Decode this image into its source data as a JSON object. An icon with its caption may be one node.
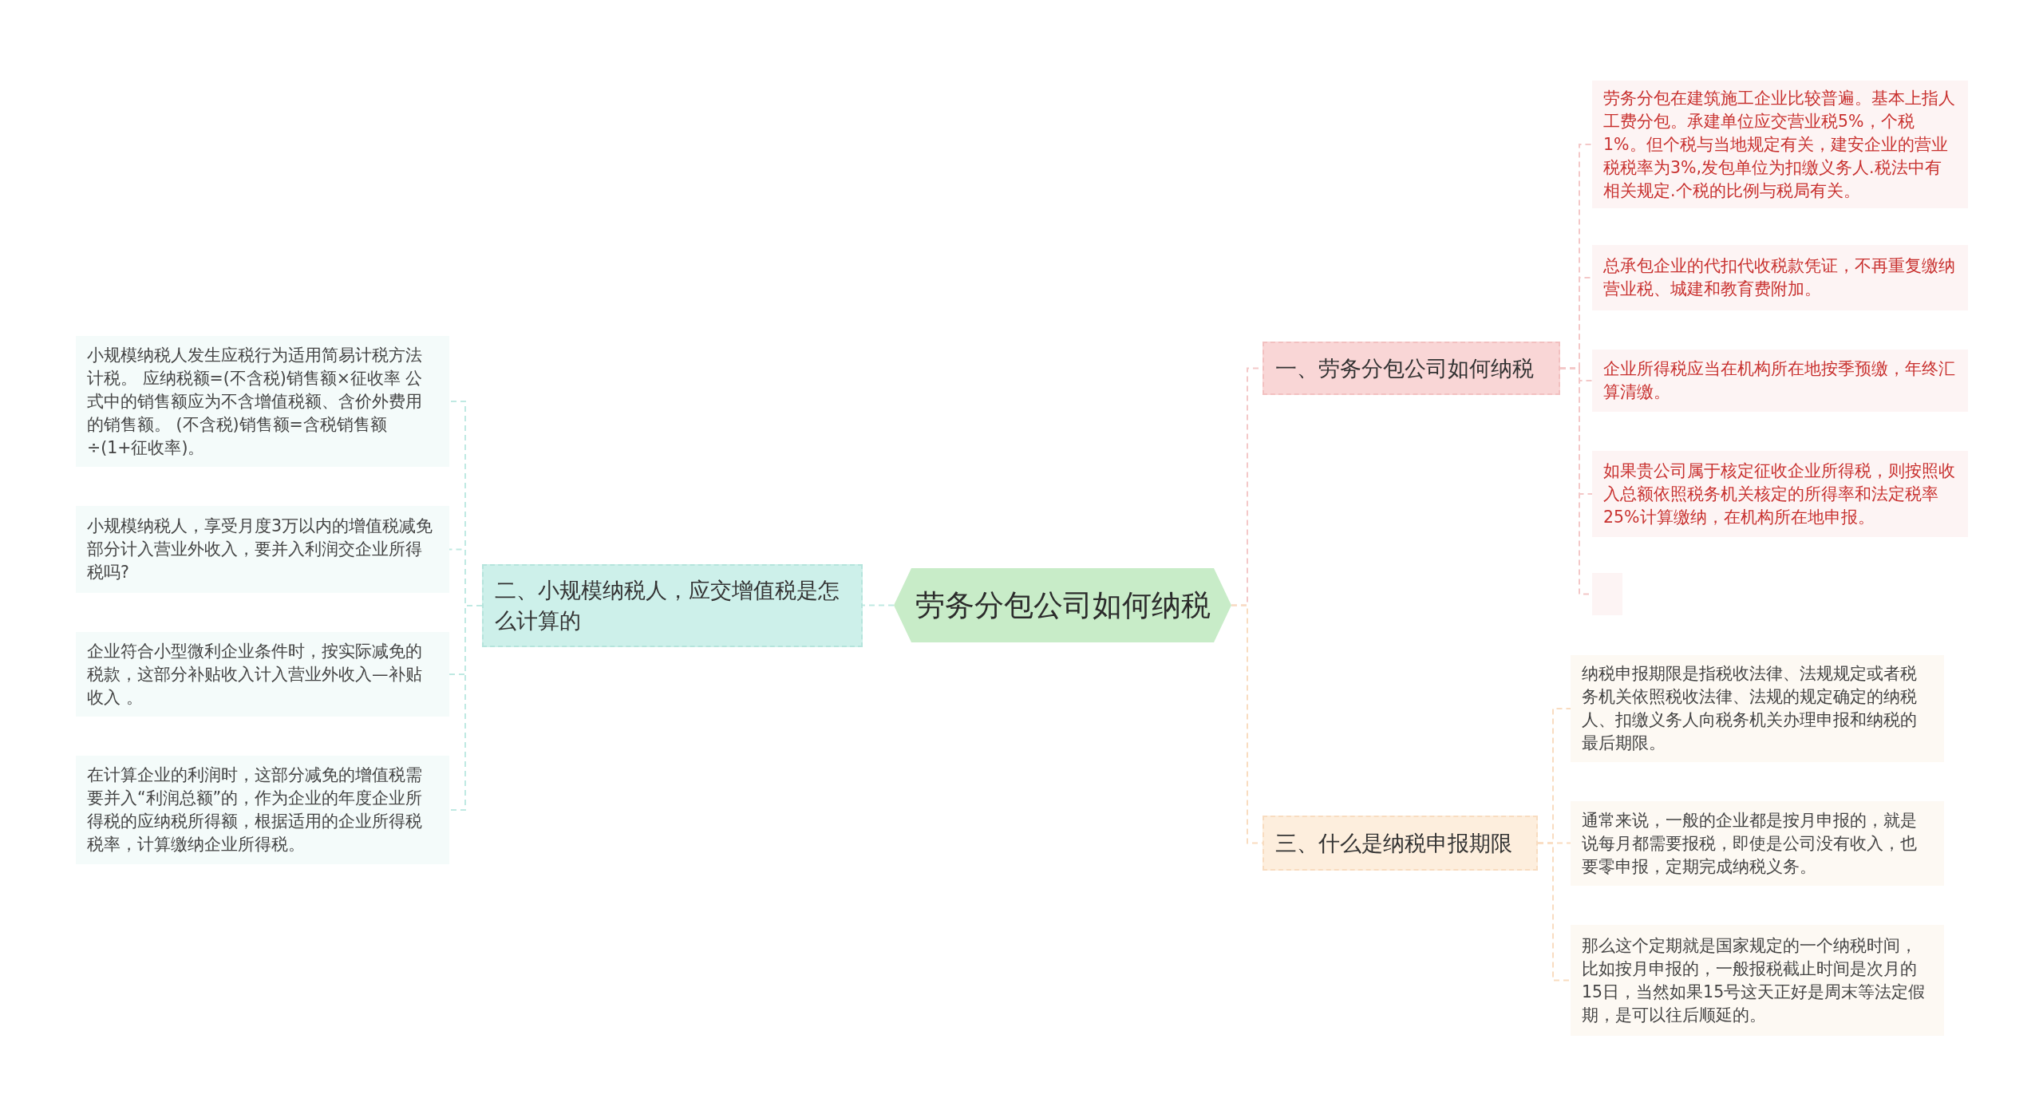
{
  "diagram": {
    "nodes": [
      {
        "text": [
          "劳务分包公司如何纳税"
        ]
      },
      {
        "text": [
          "一、劳务分包公司如何纳税"
        ]
      },
      {
        "text": [
          "劳务分包在建筑施工企业比较普遍。基本上指人工费分包。承建单位应交营业税5%，个税1%。但个税与当地规定有关，建安企业的营业税税率为3%,发包单位为扣缴义务人.税法中有相关规定.个税的比例与税局有关。"
        ]
      },
      {
        "text": [
          "总承包企业的代扣代收税款凭证，不再重复缴纳营业税、城建和教育费附加。"
        ]
      },
      {
        "text": [
          "企业所得税应当在机构所在地按季预缴，年终汇算清缴。"
        ]
      },
      {
        "text": [
          "如果贵公司属于核定征收企业所得税，则按照收入总额依照税务机关核定的所得率和法定税率25%计算缴纳，在机构所在地申报。"
        ]
      },
      {
        "text": [],
        "shape": "box"
      },
      {
        "text": [
          "二、小规模纳税人，应交增值税是怎么计算的"
        ]
      },
      {
        "text": [
          "小规模纳税人发生应税行为适用简易计税方法计税。 应纳税额=(不含税)销售额×征收率 公式中的销售额应为不含增值税额、含价外费用的销售额。 (不含税)销售额=含税销售额÷(1+征收率)。"
        ]
      },
      {
        "text": [
          "小规模纳税人，享受月度3万以内的增值税减免部分计入营业外收入，要并入利润交企业所得税吗?"
        ]
      },
      {
        "text": [
          "企业符合小型微利企业条件时，按实际减免的税款，这部分补贴收入计入营业外收入—补贴收入 。"
        ]
      },
      {
        "text": [
          "在计算企业的利润时，这部分减免的增值税需要并入“利润总额”的，作为企业的年度企业所得税的应纳税所得额，根据适用的企业所得税税率，计算缴纳企业所得税。"
        ]
      },
      {
        "text": [
          "三、什么是纳税申报期限"
        ]
      },
      {
        "text": [
          "纳税申报期限是指税收法律、法规规定或者税务机关依照税收法律、法规的规定确定的纳税人、扣缴义务人向税务机关办理申报和纳税的最后期限。"
        ]
      },
      {
        "text": [
          "通常来说，一般的企业都是按月申报的，就是说每月都需要报税，即使是公司没有收入，也要零申报，定期完成纳税义务。"
        ]
      },
      {
        "text": [
          "那么这个定期就是国家规定的一个纳税时间，比如按月申报的，一般报税截止时间是次月的15日，当然如果15号这天正好是周末等法定假期，是可以往后顺延的。"
        ]
      }
    ],
    "edges": [
      {
        "from": 0,
        "to": 1,
        "arrow": "none"
      },
      {
        "from": 1,
        "to": 2,
        "arrow": "none"
      },
      {
        "from": 1,
        "to": 3,
        "arrow": "none"
      },
      {
        "from": 1,
        "to": 4,
        "arrow": "none"
      },
      {
        "from": 1,
        "to": 5,
        "arrow": "none"
      },
      {
        "from": 1,
        "to": 6,
        "arrow": "none"
      },
      {
        "from": 0,
        "to": 7,
        "arrow": "none",
        "color": "#bfe9e2"
      },
      {
        "from": 7,
        "to": 8,
        "arrow": "none",
        "color": "#bfe9e2"
      },
      {
        "from": 7,
        "to": 9,
        "arrow": "none",
        "color": "#bfe9e2"
      },
      {
        "from": 7,
        "to": 10,
        "arrow": "none",
        "color": "#bfe9e2"
      },
      {
        "from": 7,
        "to": 11,
        "arrow": "none",
        "color": "#bfe9e2"
      },
      {
        "from": 0,
        "to": 12,
        "arrow": "none",
        "color": "#f9dcc0"
      },
      {
        "from": 12,
        "to": 13,
        "arrow": "none",
        "color": "#f9dcc0"
      },
      {
        "from": 12,
        "to": 14,
        "arrow": "none",
        "color": "#f9dcc0"
      },
      {
        "from": 12,
        "to": 15,
        "arrow": "none",
        "color": "#f9dcc0"
      }
    ]
  }
}
